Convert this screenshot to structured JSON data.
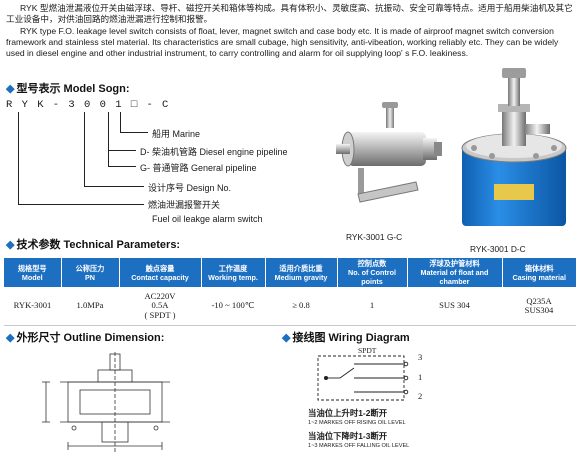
{
  "intro": {
    "zh": "RYK 型燃油泄漏液位开关由磁浮球、导杆、磁控开关和箱体等构成。具有体积小、灵敏度高、抗振动、安全可靠等特点。适用于船用柴油机及其它工业设备中，对供油回路的燃油泄漏进行控制和报警。",
    "en": "RYK type F.O. leakage level switch consists of float, lever, magnet switch and case body etc. It is made of airproof magnet switch conversion framework and stainless stel material. Its characteristics are small cubage, high sensitivity, anti-vibeation, working reliably etc. They can be widely used in diesel engine and other industrial instrument, to carry controlling and alarm for oil supplying loop' s F.O. leakiness."
  },
  "model": {
    "heading": "型号表示 Model Sogn:",
    "code_prefix": "R Y K - 3 0 0 1",
    "code_box": "□",
    "code_suffix": "- C",
    "labels": [
      {
        "text": "船用  Marine"
      },
      {
        "text": "D- 柴油机管路  Diesel engine pipeline"
      },
      {
        "text": "G- 普通管路  General pipeline"
      },
      {
        "text": "设计序号  Design No."
      },
      {
        "text": "燃油泄漏报警开关"
      },
      {
        "text": "Fuel oil leakge alarm switch"
      }
    ]
  },
  "products": {
    "caption_g": "RYK-3001 G-C",
    "caption_d": "RYK-3001 D-C"
  },
  "params": {
    "heading": "技术参数 Technical Parameters:",
    "headers": [
      {
        "zh": "规格型号",
        "en": "Model"
      },
      {
        "zh": "公称压力",
        "en": "PN"
      },
      {
        "zh": "触点容量",
        "en": "Contact capacity"
      },
      {
        "zh": "工作温度",
        "en": "Working temp."
      },
      {
        "zh": "适用介质比重",
        "en": "Medium gravity"
      },
      {
        "zh": "控制点数",
        "en": "No. of Control points"
      },
      {
        "zh": "浮球及护管材料",
        "en": "Material of float and chamber"
      },
      {
        "zh": "箱体材料",
        "en": "Casing material"
      }
    ],
    "row": {
      "model": "RYK-3001",
      "pn": "1.0MPa",
      "contact_1": "AC220V",
      "contact_2": "0.5A",
      "contact_3": "( SPDT )",
      "temp": "-10 ~ 100℃",
      "gravity": "≥ 0.8",
      "points": "1",
      "float_material": "SUS 304",
      "casing_1": "Q235A",
      "casing_2": "SUS304"
    }
  },
  "outline": {
    "heading": "外形尺寸 Outline Dimension:"
  },
  "wiring": {
    "heading": "接线图 Wiring Diagram",
    "spdt": "SPDT",
    "terminals": [
      "3",
      "1",
      "2"
    ],
    "note1_zh": "当油位上升时1-2断开",
    "note1_en": "1~2 MARKES OFF RISING OIL LEVEL",
    "note2_zh": "当油位下降时1-3断开",
    "note2_en": "1~3 MARKES OFF FALLING OIL LEVEL"
  },
  "colors": {
    "accent": "#1d6fc2",
    "product_blue": "#1a7bd3"
  }
}
